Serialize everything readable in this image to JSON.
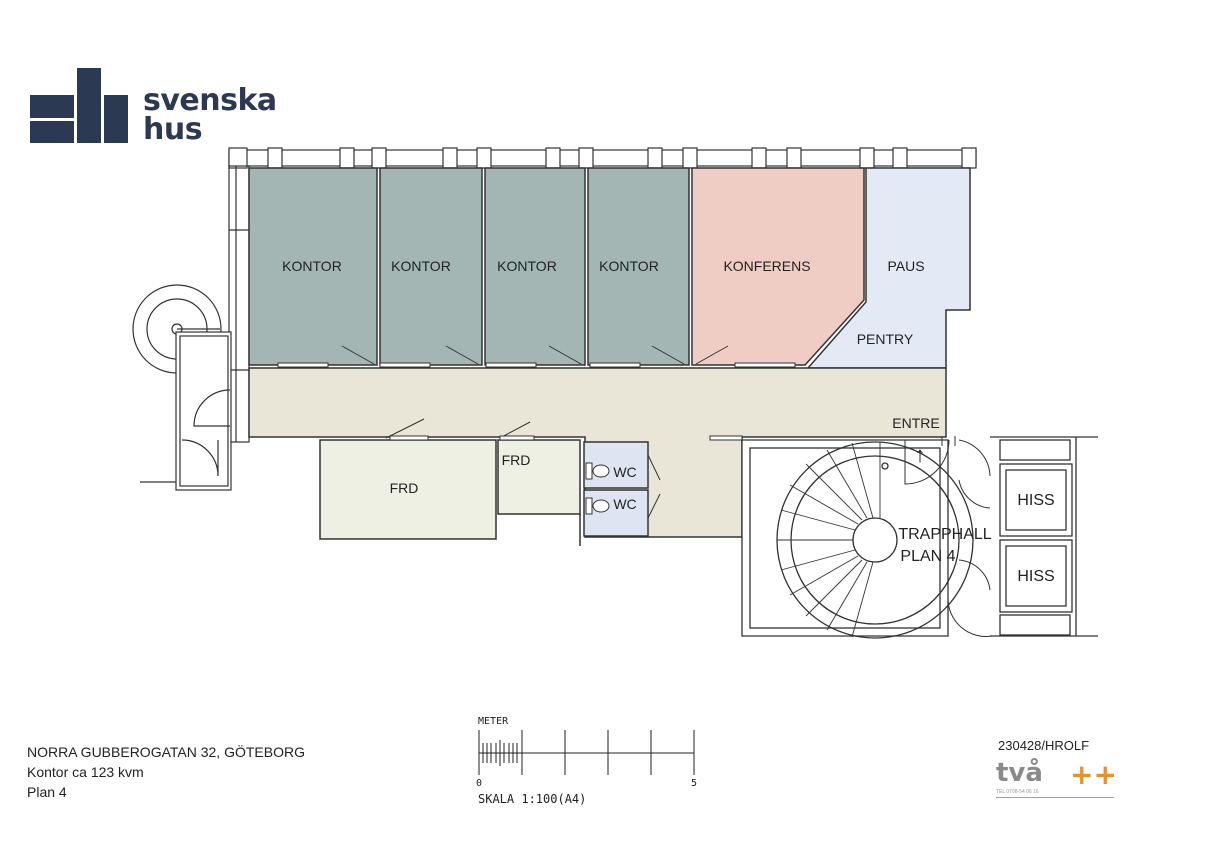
{
  "brand": {
    "line1": "svenska",
    "line2": "hus"
  },
  "rooms": {
    "kontor1": "KONTOR",
    "kontor2": "KONTOR",
    "kontor3": "KONTOR",
    "kontor4": "KONTOR",
    "konferens": "KONFERENS",
    "paus": "PAUS",
    "pentry": "PENTRY",
    "frd_large": "FRD",
    "frd_small": "FRD",
    "wc1": "WC",
    "wc2": "WC",
    "entre": "ENTRE",
    "trapphall_line1": "TRAPPHALL",
    "trapphall_line2": "PLAN 4",
    "hiss1": "HISS",
    "hiss2": "HISS"
  },
  "entre_arrow": "↑",
  "colors": {
    "office": "#a3b6b3",
    "conference": "#f0cdc4",
    "pause": "#e3e9f5",
    "corridor": "#e9e6d8",
    "storage": "#eef0e4",
    "wc": "#dde5f3",
    "wall": "#333333",
    "logo": "#2b3a52",
    "accent": "#e8902a"
  },
  "footer": {
    "address": "NORRA GUBBEROGATAN 32, GÖTEBORG",
    "area": "Kontor ca 123 kvm",
    "plan": "Plan 4",
    "reference": "230428/HROLF",
    "firm_name": "två",
    "firm_plus": "++",
    "firm_contact": "TEL 0708-54 06 16"
  },
  "scale": {
    "title": "METER",
    "start": "0",
    "end": "5",
    "note": "SKALA 1:100(A4)"
  }
}
